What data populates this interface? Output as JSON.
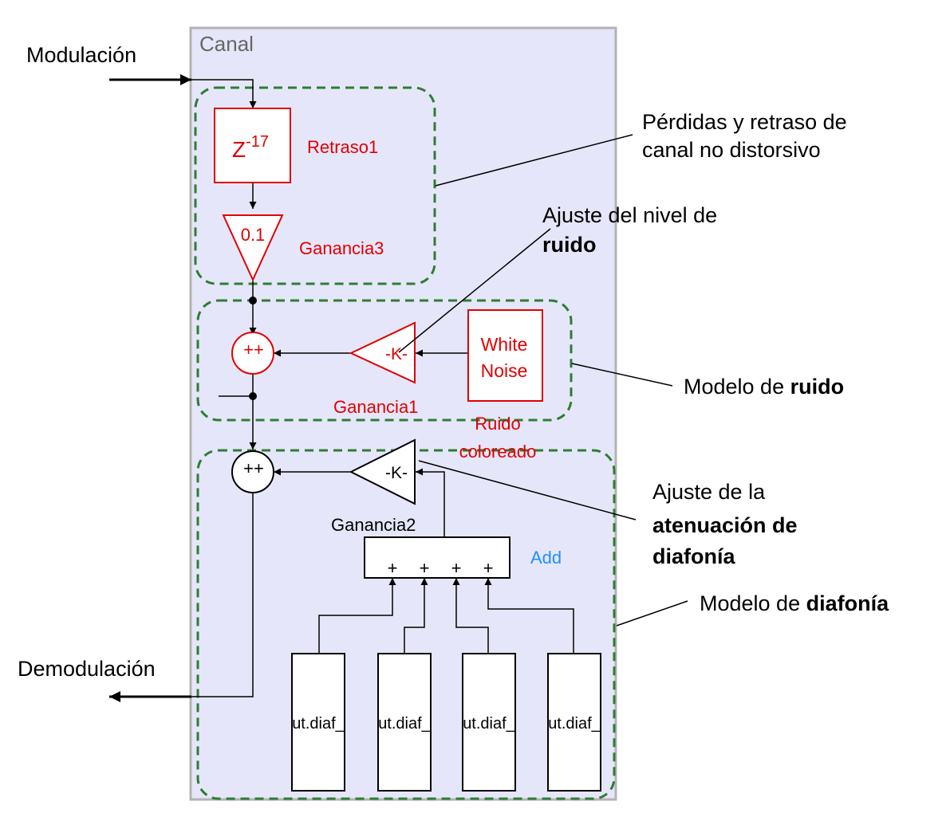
{
  "canal": {
    "title": "Canal"
  },
  "io": {
    "input_label": "Modulación",
    "output_label": "Demodulación"
  },
  "blocks": {
    "delay": {
      "base": "Z",
      "exponent": "-17",
      "name": "Retraso1"
    },
    "gain3": {
      "value": "0.1",
      "name": "Ganancia3"
    },
    "gain1": {
      "value": "-K-",
      "name": "Ganancia1"
    },
    "noise": {
      "line1": "White",
      "line2": "Noise",
      "name_line1": "Ruido",
      "name_line2": "coloreado"
    },
    "sum_top": {
      "signs": "++"
    },
    "sum_bottom": {
      "signs": "++"
    },
    "gain2": {
      "value": "-K-",
      "name": "Ganancia2"
    },
    "add": {
      "name": "Add",
      "port_sign": "+"
    },
    "sources": [
      {
        "label": "ut.diaf_"
      },
      {
        "label": "ut.diaf_"
      },
      {
        "label": "ut.diaf_"
      },
      {
        "label": "ut.diaf_"
      }
    ]
  },
  "annotations": {
    "losses": {
      "line1": "Pérdidas y retraso de",
      "line2": "canal no distorsivo"
    },
    "noise_level": {
      "line1": "Ajuste del nivel de",
      "line2_bold": "ruido"
    },
    "noise_model": {
      "prefix": "Modelo de ",
      "bold": "ruido"
    },
    "crosstalk_atten": {
      "line1": "Ajuste de la",
      "line2_bold": "atenuación de",
      "line3_bold": "diafonía"
    },
    "crosstalk_model": {
      "prefix": "Modelo de ",
      "bold": "diafonía"
    }
  },
  "colors": {
    "canvas_bg": "#e6e6fa",
    "canvas_border": "#b3b3b3",
    "block_red": "#e00000",
    "group_border": "#2e7d32",
    "add_label": "#1e90ff",
    "wire": "#000000"
  }
}
